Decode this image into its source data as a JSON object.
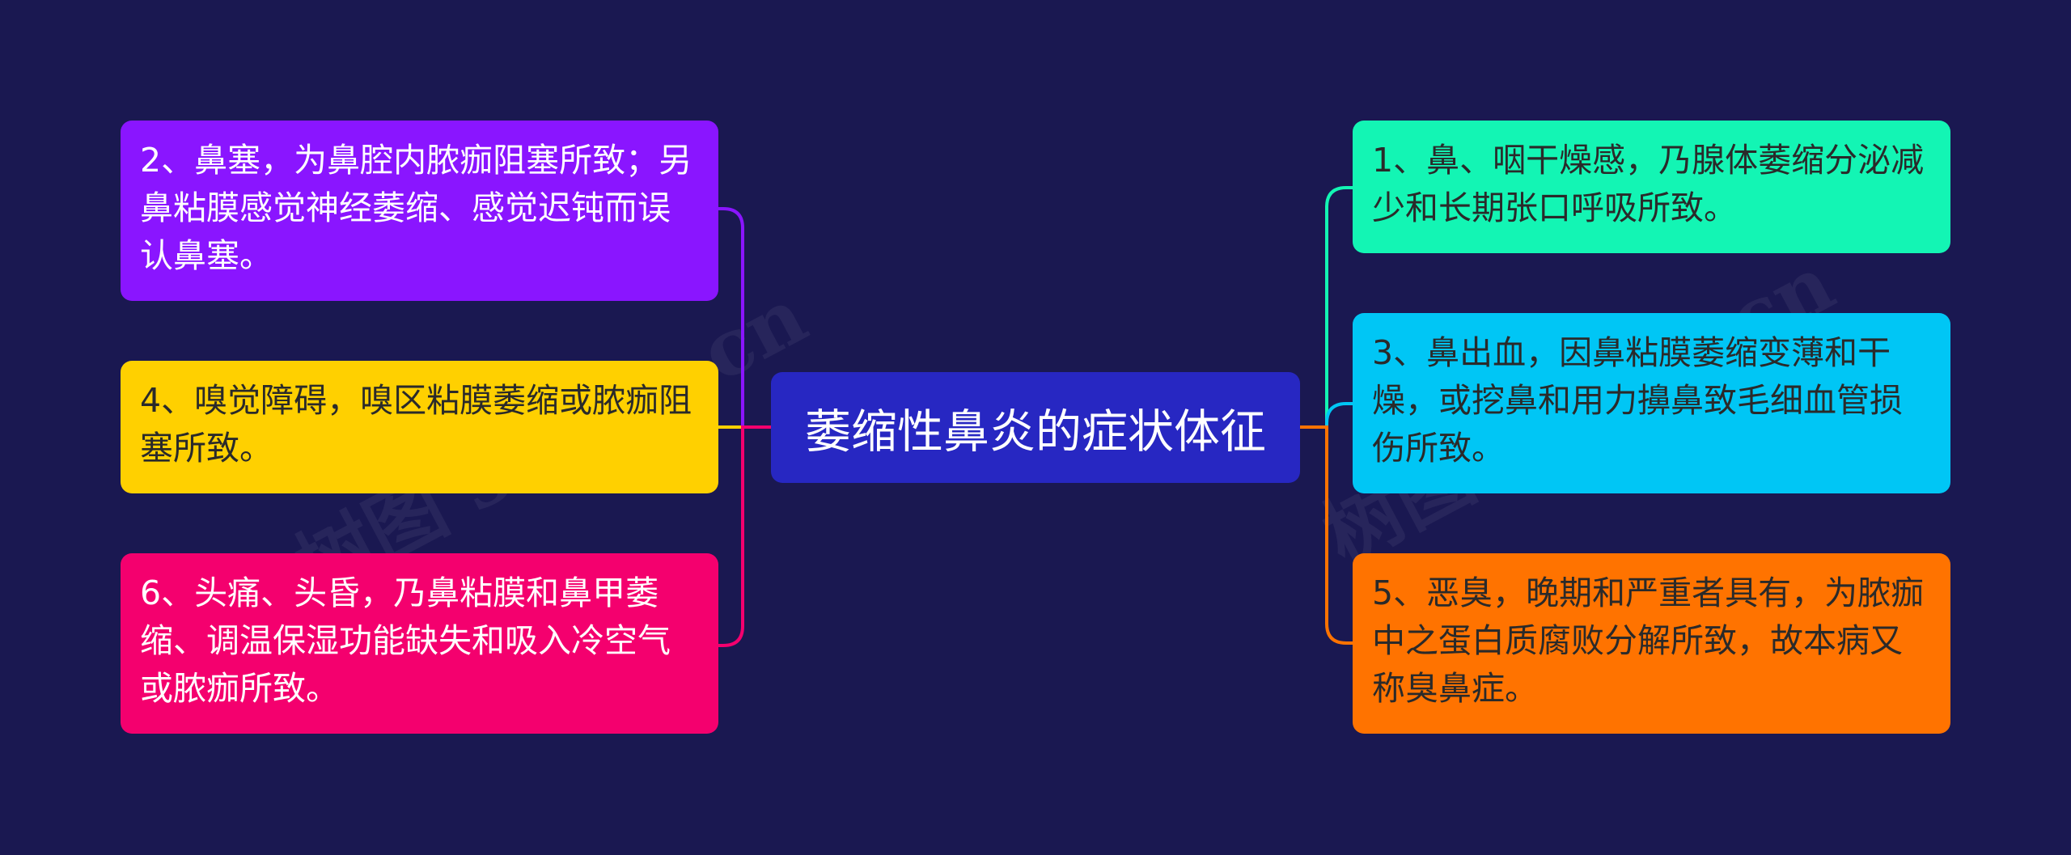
{
  "watermark": "树图 shutu.cn",
  "colors": {
    "background": "#1a1851",
    "center": "#2727c2",
    "node2": "#8a15ff",
    "node4": "#ffd000",
    "node6": "#f4006e",
    "node1": "#13f5b4",
    "node3": "#00c6f5",
    "node5": "#ff7300"
  },
  "center": {
    "title": "萎缩性鼻炎的症状体征"
  },
  "nodes": {
    "n2": "2、鼻塞，为鼻腔内脓痂阻塞所致；另鼻粘膜感觉神经萎缩、感觉迟钝而误认鼻塞。",
    "n4": "4、嗅觉障碍，嗅区粘膜萎缩或脓痂阻塞所致。",
    "n6": "6、头痛、头昏，乃鼻粘膜和鼻甲萎缩、调温保湿功能缺失和吸入冷空气或脓痂所致。",
    "n1": "1、鼻、咽干燥感，乃腺体萎缩分泌减少和长期张口呼吸所致。",
    "n3": "3、鼻出血，因鼻粘膜萎缩变薄和干燥，或挖鼻和用力擤鼻致毛细血管损伤所致。",
    "n5": "5、恶臭，晚期和严重者具有，为脓痂中之蛋白质腐败分解所致，故本病又称臭鼻症。"
  }
}
